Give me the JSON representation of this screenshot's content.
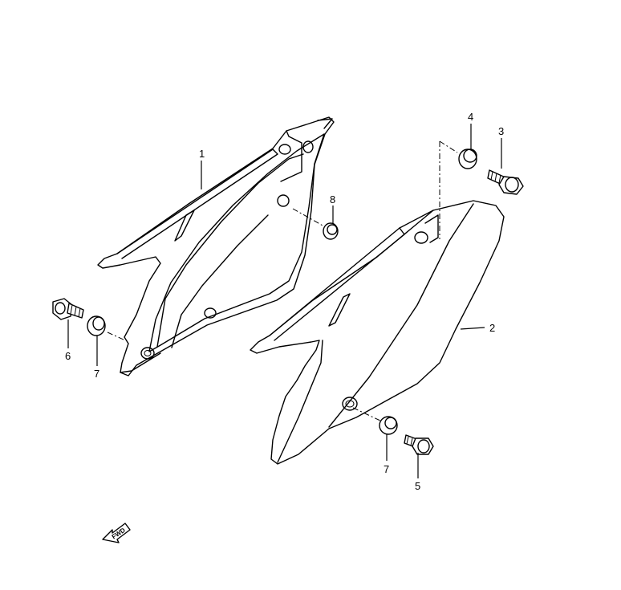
{
  "callouts": {
    "c1": "1",
    "c2": "2",
    "c3": "3",
    "c4": "4",
    "c5": "5",
    "c6": "6",
    "c7a": "7",
    "c7b": "7",
    "c8": "8"
  },
  "fwd": {
    "label": "FWD",
    "icon": "fwd-arrow-icon"
  }
}
